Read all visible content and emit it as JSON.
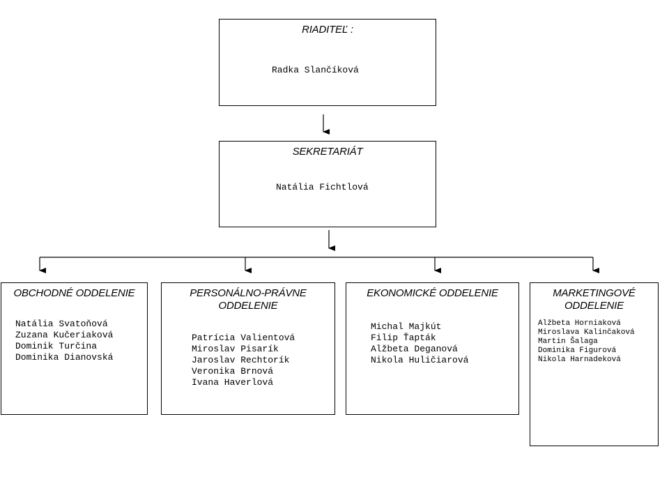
{
  "director": {
    "title": "RIADITEĽ :",
    "name": "Radka Slančíková"
  },
  "secretariat": {
    "title": "SEKRETARIÁT",
    "name": "Natália Fichtlová"
  },
  "departments": [
    {
      "title": "OBCHODNÉ ODDELENIE",
      "members": [
        "Natália Svatoňová",
        "Zuzana Kučeriaková",
        "Dominik Turčina",
        "Dominika Dianovská"
      ]
    },
    {
      "title": "PERSONÁLNO-PRÁVNE\nODDELENIE",
      "members": [
        "Patrícia Valientová",
        "Miroslav Pisarík",
        "Jaroslav Rechtorík",
        "Veronika Brnová",
        "Ivana Haverlová"
      ]
    },
    {
      "title": "EKONOMICKÉ ODDELENIE",
      "members": [
        "Michal Majkút",
        "Filip Ťapták",
        "Alžbeta Deganová",
        "Nikola Huličiarová"
      ]
    },
    {
      "title": "MARKETINGOVÉ\nODDELENIE",
      "members": [
        "Alžbeta Horniaková",
        "Miroslava Kalinčaková",
        "Martin Šalaga",
        "Dominika Figurová",
        "Nikola Harnadeková"
      ]
    }
  ]
}
